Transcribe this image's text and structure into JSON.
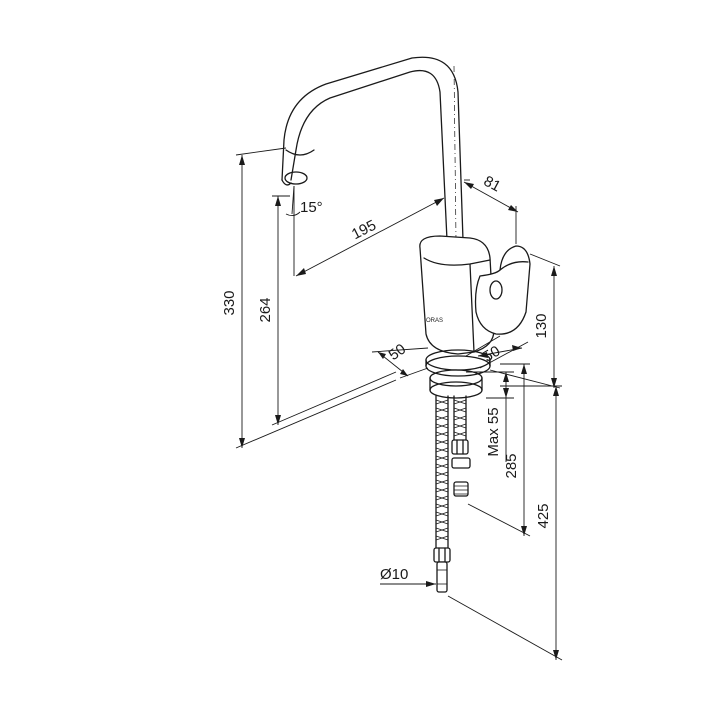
{
  "dimensions": {
    "overall_height": "330",
    "spout_height": "264",
    "spout_reach": "195",
    "spout_angle": "15°",
    "body_depth": "81",
    "body_height": "130",
    "base_width_left": "50",
    "base_width_right": "50",
    "max_counter_thickness": "Max 55",
    "shank_length": "285",
    "hose_length": "425",
    "hose_diameter": "Ø10"
  },
  "logo_text": "ORAS"
}
